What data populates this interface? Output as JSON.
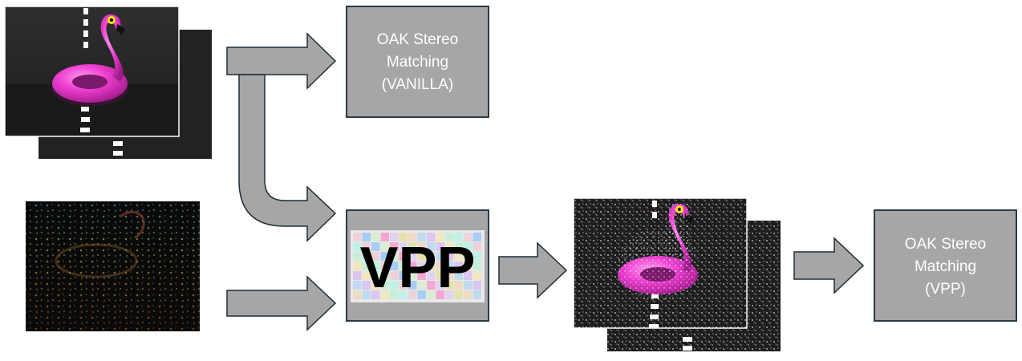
{
  "boxes": {
    "vanilla": {
      "lines": [
        "OAK Stereo",
        "Matching",
        "(VANILLA)"
      ]
    },
    "vpp_block": {
      "label": "VPP"
    },
    "result": {
      "lines": [
        "OAK Stereo",
        "Matching",
        "(VPP)"
      ]
    }
  },
  "images": {
    "stereo_pair_input": {
      "content": "flamingo-float-stereo-pair"
    },
    "sparse_depth_hints": {
      "content": "sparse-colored-depth-points"
    },
    "vpp_stereo_pair": {
      "content": "flamingo-with-projected-pattern-stereo-pair"
    }
  },
  "colors": {
    "box_fill": "#a6a6a6",
    "box_stroke": "#2b3a44",
    "arrow_fill": "#a6a6a6",
    "arrow_stroke": "#1f2d36",
    "flamingo_pink": "#ee3fd0",
    "background_dark": "#2a2a2a",
    "vpp_text": "#000000"
  }
}
